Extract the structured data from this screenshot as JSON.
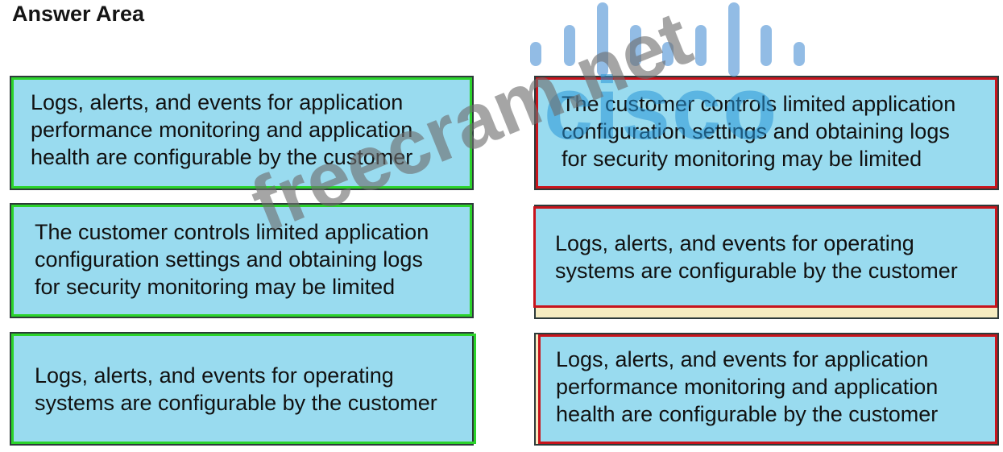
{
  "header": {
    "title": "Answer Area"
  },
  "columns": {
    "left": {
      "border_color": "#2bd32b",
      "items": [
        {
          "text": "Logs, alerts, and events for application\nperformance monitoring and application\nhealth are configurable by the customer"
        },
        {
          "text": "The customer controls limited application\nconfiguration settings and obtaining logs\nfor security monitoring may be limited"
        },
        {
          "text": "Logs, alerts, and events for operating\nsystems are configurable by the customer"
        }
      ]
    },
    "right": {
      "border_color": "#c8141c",
      "items": [
        {
          "text": "The customer controls limited application\nconfiguration settings and obtaining logs\nfor security monitoring may be limited"
        },
        {
          "text": "Logs, alerts, and events for operating\nsystems are configurable by the customer"
        },
        {
          "text": "Logs, alerts, and events for application\nperformance monitoring and application\nhealth are configurable by the customer"
        }
      ]
    }
  },
  "colors": {
    "box_fill": "#99dbef",
    "shadow_fill": "#f6ecc0"
  },
  "watermarks": {
    "logo_icon": "cisco-bars-logo",
    "logo_text": "cisco",
    "diagonal_text": "freecram.net"
  }
}
